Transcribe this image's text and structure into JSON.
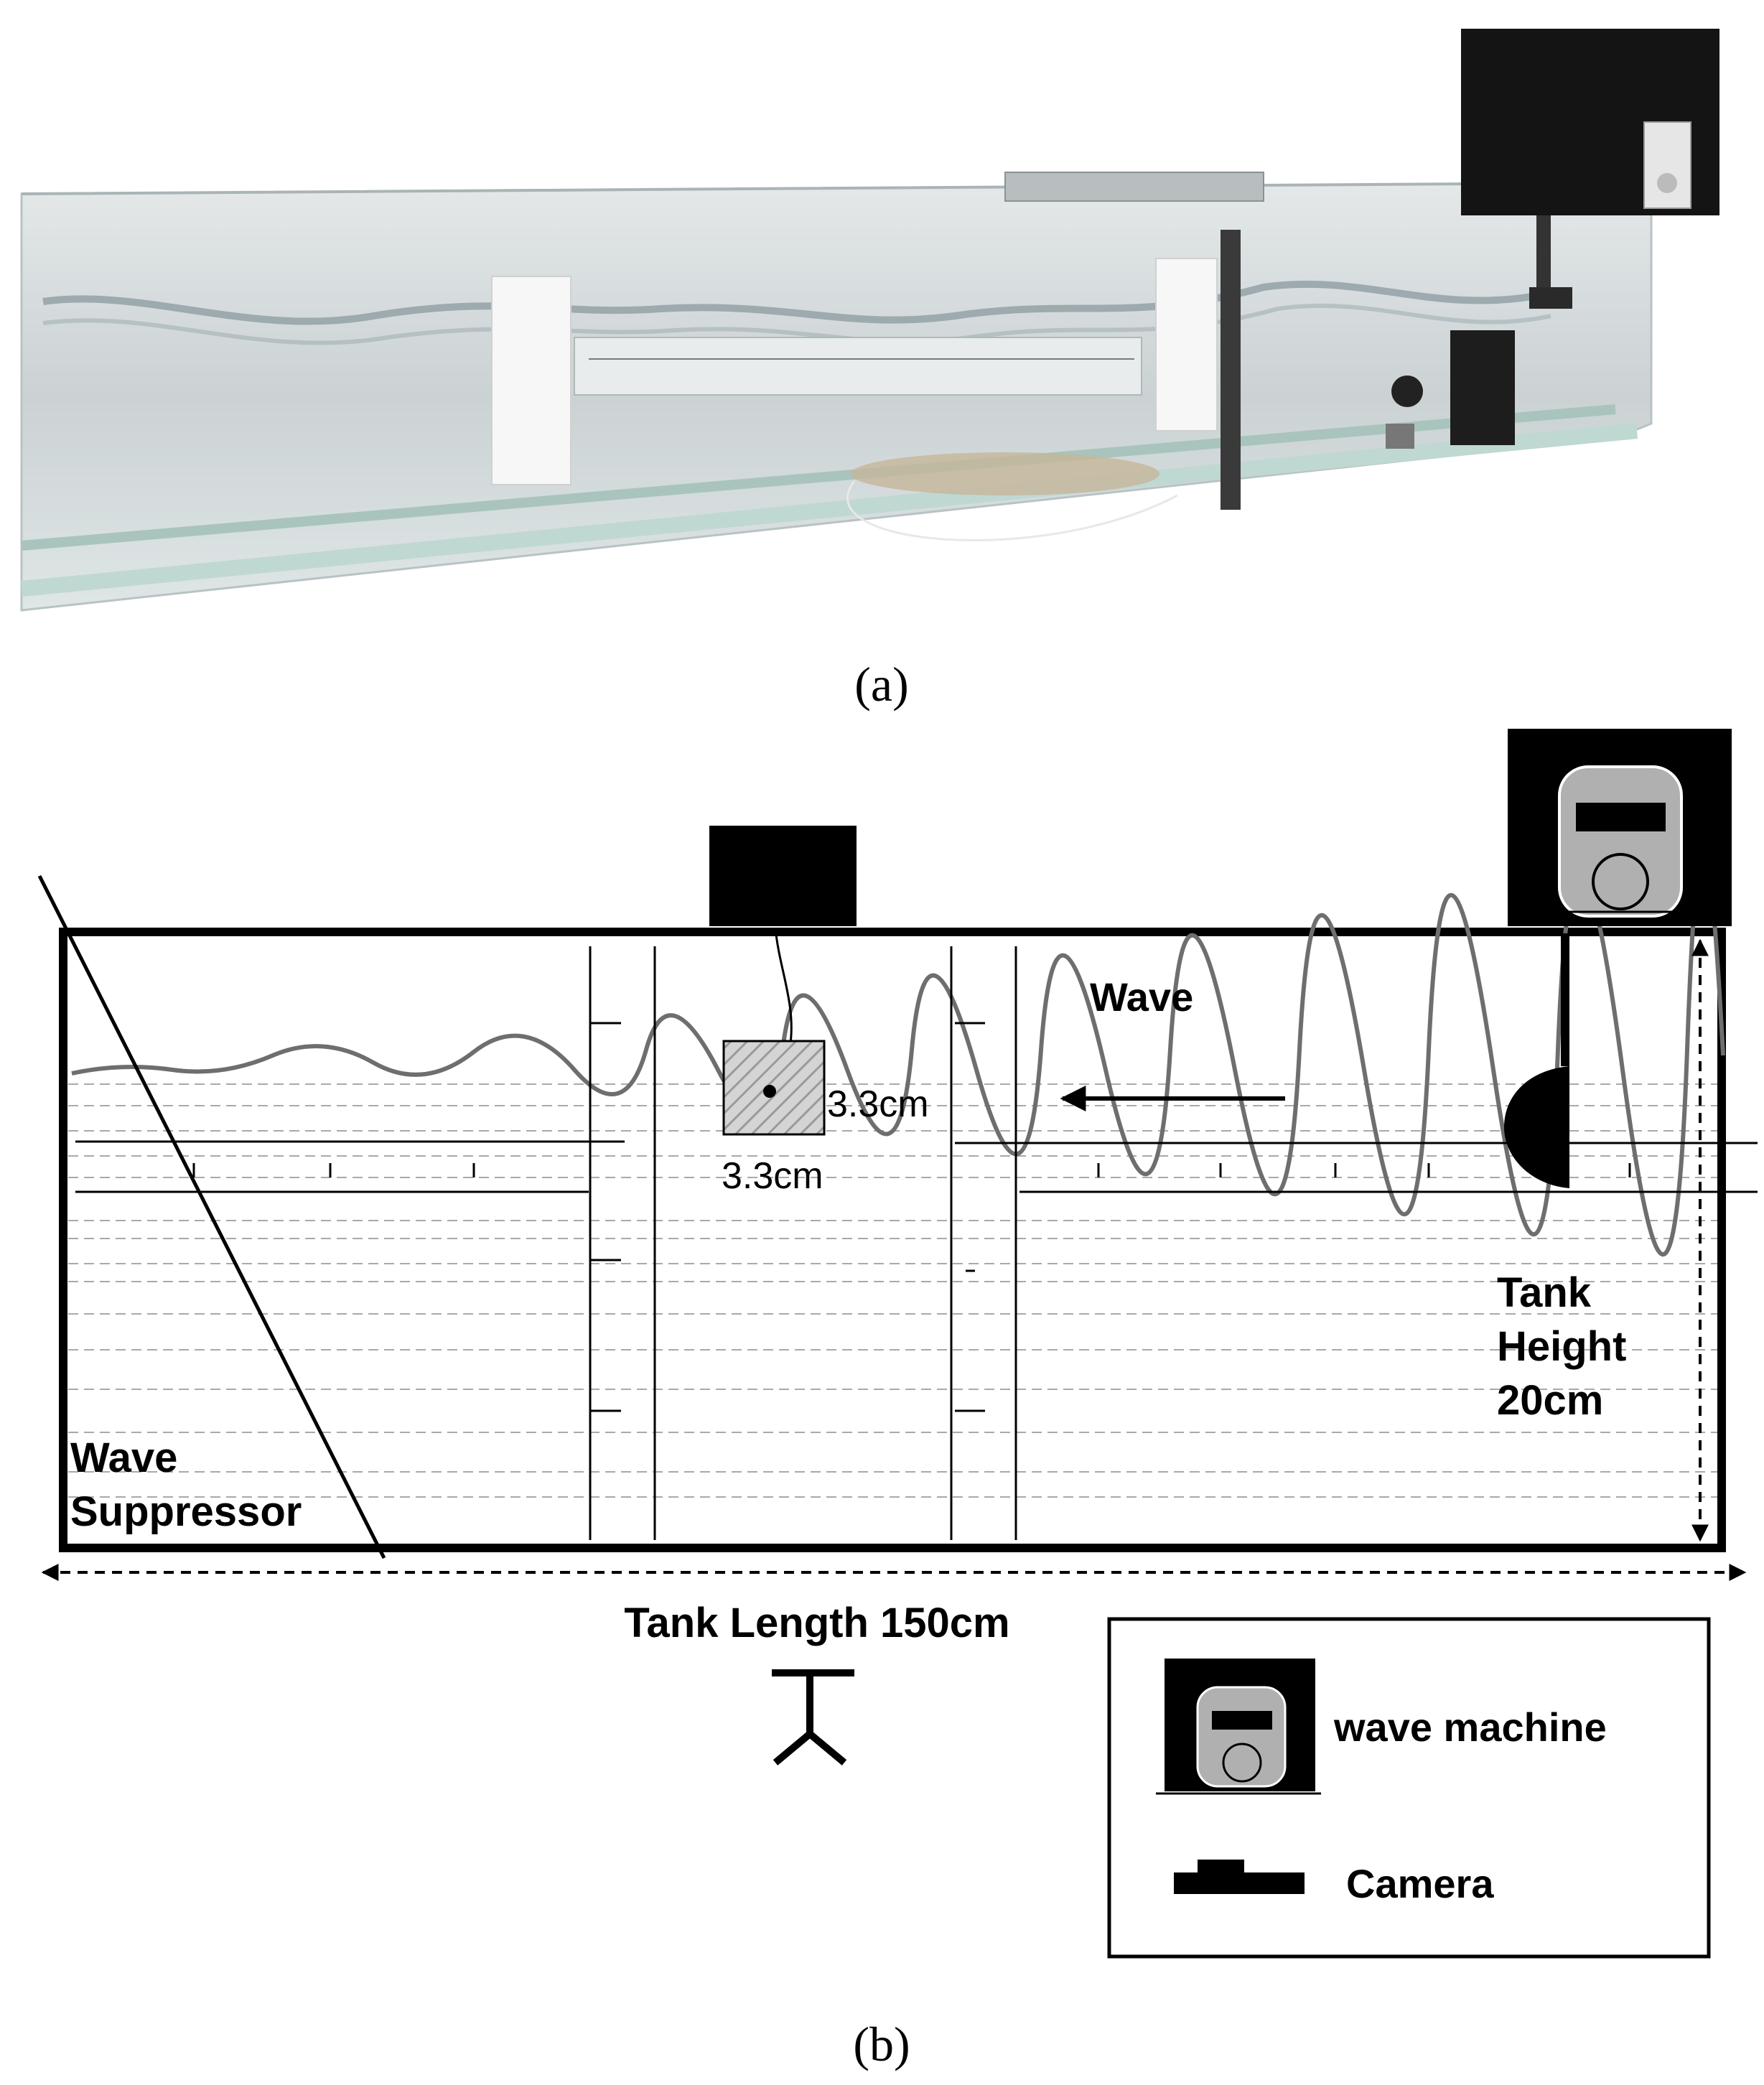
{
  "panel_a": {
    "caption": "(a)",
    "photo_ruler_text": "",
    "colors": {
      "glass": "#cfd6d8",
      "box": "#111111"
    }
  },
  "panel_b": {
    "caption": "(b)",
    "labels": {
      "wave": "Wave",
      "wave_suppressor_line1": "Wave",
      "wave_suppressor_line2": "Suppressor",
      "float_height": "3.3cm",
      "float_width": "3.3cm",
      "tank_height_line1": "Tank",
      "tank_height_line2": "Height",
      "tank_height_line3": "20cm",
      "tank_length": "Tank Length 150cm"
    },
    "legend": {
      "wave_machine": "wave machine",
      "camera": "Camera"
    },
    "icons": {
      "wave_machine": "wave-machine-icon",
      "camera": "camera-icon",
      "arrow": "arrow-left-icon"
    }
  }
}
